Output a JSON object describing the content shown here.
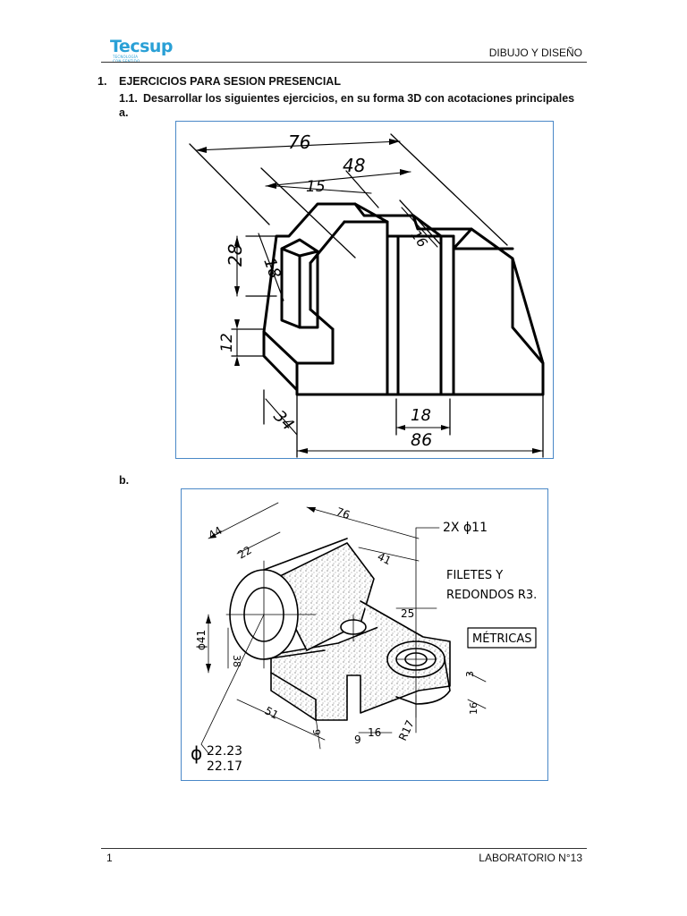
{
  "header": {
    "logo_text": "Tecsup",
    "logo_tagline_1": "TECNOLOGÍA",
    "logo_tagline_2": "CON SENTIDO",
    "course": "DIBUJO Y DISEÑO"
  },
  "section": {
    "number": "1.",
    "heading": "EJERCICIOS PARA SESION PRESENCIAL",
    "sub_number": "1.1.",
    "sub_heading": "Desarrollar los siguientes ejercicios, en su forma 3D con acotaciones principales"
  },
  "exercise_a": {
    "label": "a.",
    "dims": {
      "d76": "76",
      "d48": "48",
      "d15": "15",
      "d16": "16",
      "d28": "28",
      "d18v": "18",
      "d12": "12",
      "d34": "34",
      "d18h": "18",
      "d86": "86"
    }
  },
  "exercise_b": {
    "label": "b.",
    "dims": {
      "d44": "44",
      "d76": "76",
      "d22": "22",
      "d41": "41",
      "d25": "25",
      "holes": "2X ϕ11",
      "phi41": "ϕ41",
      "d38": "38",
      "d51": "51",
      "d9": "9",
      "d16a": "16",
      "d6": "6",
      "d3": "3",
      "d16b": "16",
      "r17": "R17",
      "tol_sym": "ϕ",
      "tol_max": "22.23",
      "tol_min": "22.17"
    },
    "note_line1": "FILETES Y",
    "note_line2": "REDONDOS R3.",
    "units_box": "MÉTRICAS"
  },
  "footer": {
    "page": "1",
    "lab": "LABORATORIO N°13"
  }
}
